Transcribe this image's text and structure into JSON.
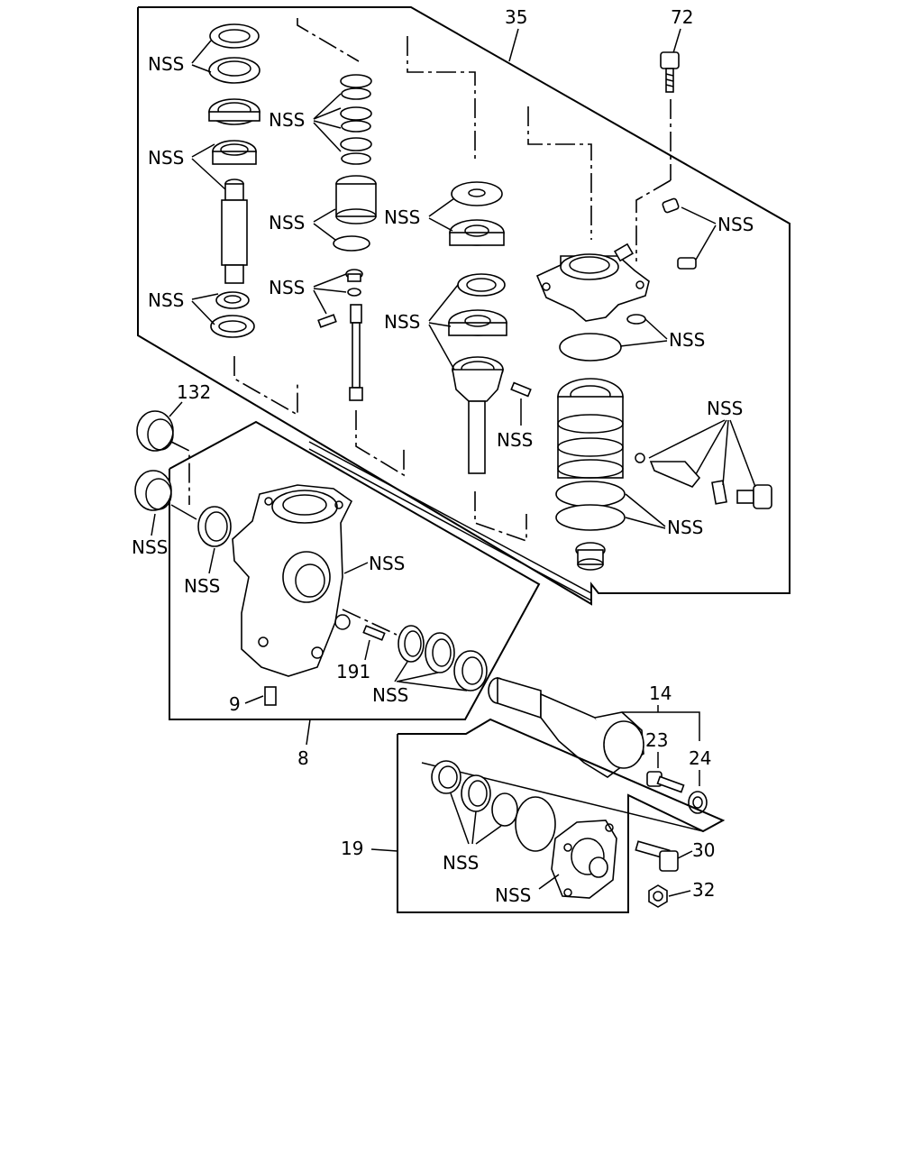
{
  "diagram": {
    "labels": {
      "nss": "NSS",
      "p35": "35",
      "p72": "72",
      "p132": "132",
      "p191": "191",
      "p9": "9",
      "p8": "8",
      "p14": "14",
      "p23": "23",
      "p24": "24",
      "p19": "19",
      "p30": "30",
      "p32": "32"
    }
  }
}
